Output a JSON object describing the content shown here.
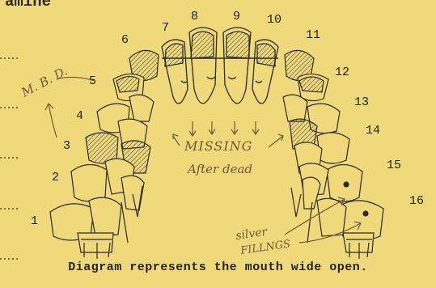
{
  "header_fragment": "amine",
  "caption": "Diagram represents the mouth wide open.",
  "tooth_numbers": [
    "1",
    "2",
    "3",
    "4",
    "5",
    "6",
    "7",
    "8",
    "9",
    "10",
    "11",
    "12",
    "13",
    "14",
    "15",
    "16"
  ],
  "handwritten": {
    "mbd": "M. B. D.",
    "missing": "MISSING",
    "after_dead": "After dead",
    "silver": "silver",
    "fillings": "FILLNGS"
  },
  "colors": {
    "paper": "#efd97a",
    "ink": "#2a2a2a",
    "pencil": "#6b5a3a",
    "hatch": "#555555"
  }
}
